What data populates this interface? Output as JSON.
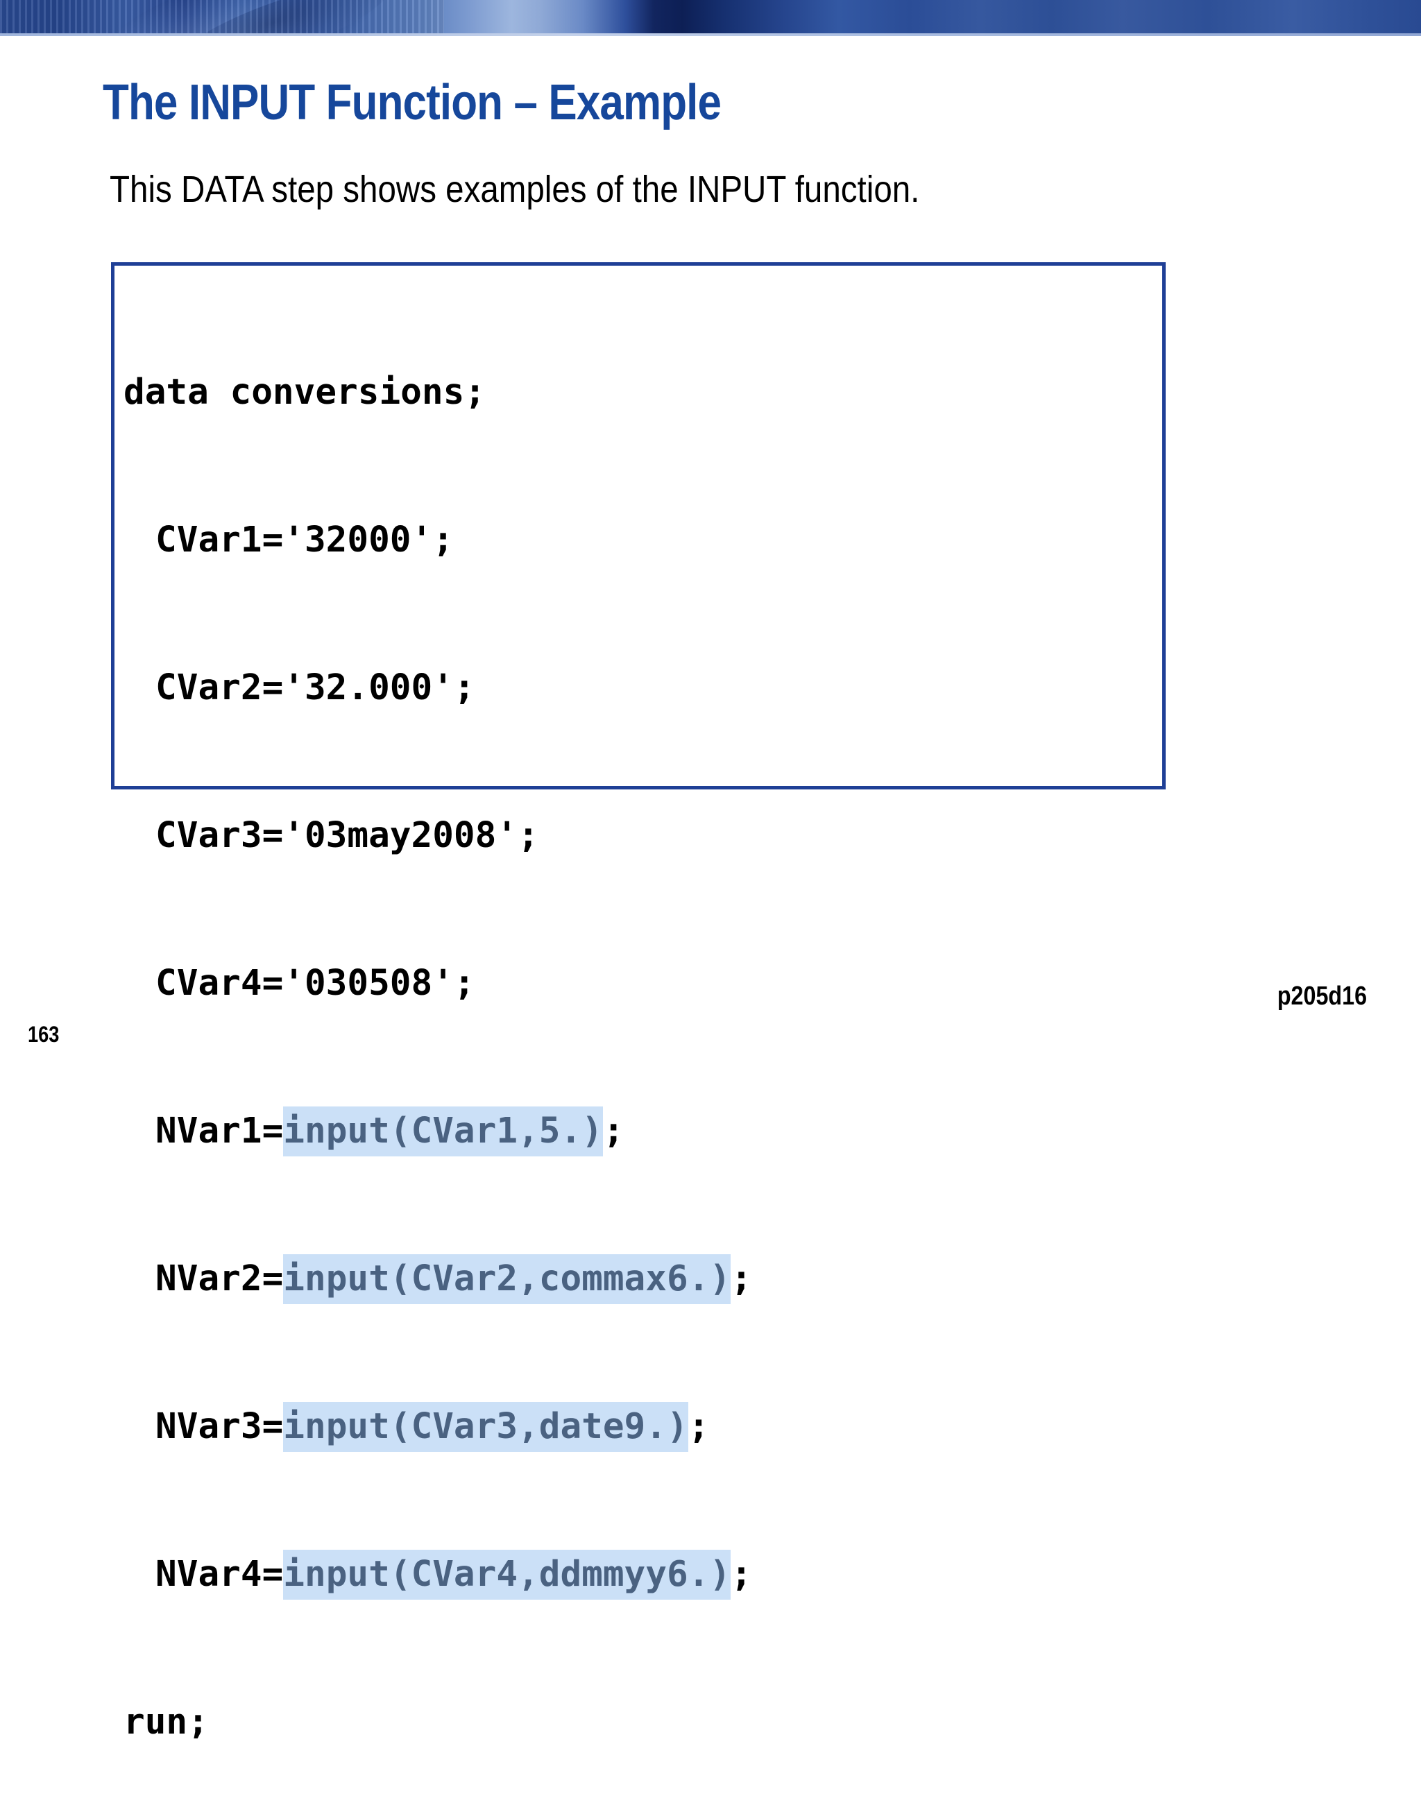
{
  "slide": {
    "title": "The INPUT Function – Example",
    "subtitle": "This DATA step shows examples of the INPUT function.",
    "page_number": "163",
    "doc_code": "p205d16",
    "title_color": "#16479b",
    "border_color": "#1f3f96",
    "highlight_bg": "#cbe0f7",
    "highlight_fg": "#4a6281"
  },
  "code": {
    "line1": "data conversions;",
    "line2_indent": "   ",
    "line2": "CVar1='32000';",
    "line3": "CVar2='32.000';",
    "line4": "CVar3='03may2008';",
    "line5": "CVar4='030508';",
    "line6_prefix": "NVar1=",
    "line6_highlight": "input(CVar1,5.)",
    "line6_suffix": ";",
    "line7_prefix": "NVar2=",
    "line7_highlight": "input(CVar2,commax6.)",
    "line7_suffix": ";",
    "line8_prefix": "NVar3=",
    "line8_highlight": "input(CVar3,date9.)",
    "line8_suffix": ";",
    "line9_prefix": "NVar4=",
    "line9_highlight": "input(CVar4,ddmmyy6.)",
    "line9_suffix": ";",
    "line10": "run;"
  }
}
